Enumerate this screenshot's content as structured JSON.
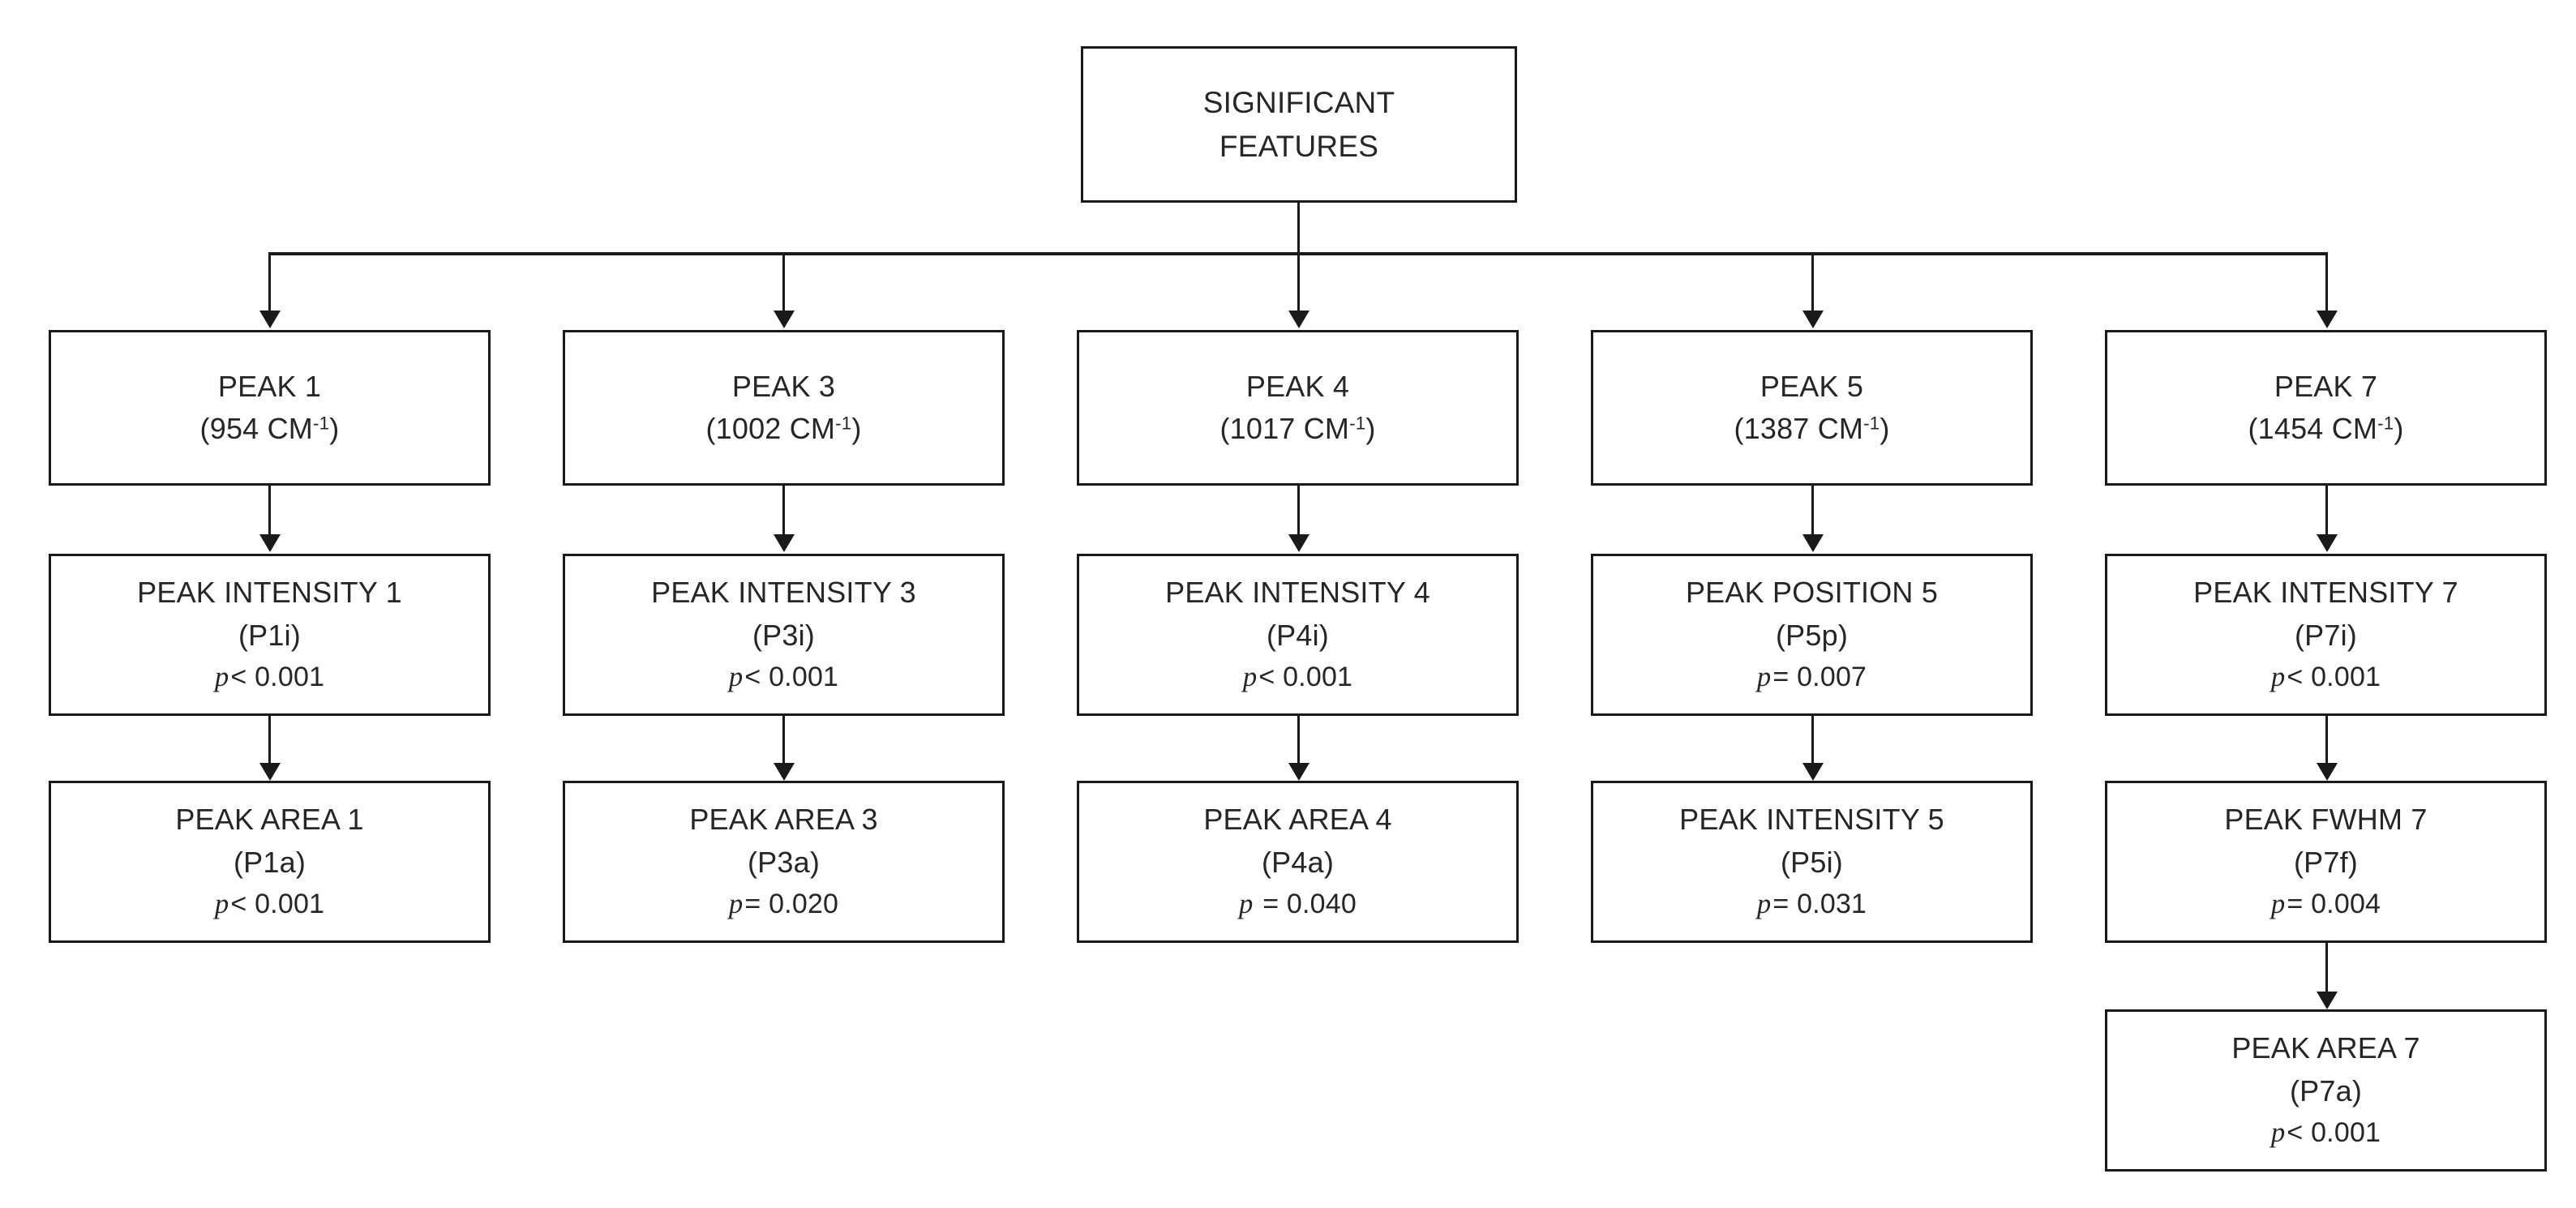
{
  "diagram": {
    "title_text": "SIGNIFICANT FEATURES",
    "root": {
      "line1": "SIGNIFICANT",
      "line2": "FEATURES"
    },
    "units_superscript": "-1",
    "columns": [
      {
        "peak": {
          "label": "PEAK 1",
          "wavenumber_prefix": "(954 CM",
          "wavenumber_suffix": ")",
          "wavenumber_value": "954",
          "units": "CM-1"
        },
        "children": [
          {
            "label": "PEAK INTENSITY 1",
            "code": "(P1i)",
            "p_operator": "<",
            "p_value": "0.001",
            "p_text": "< 0.001"
          },
          {
            "label": "PEAK AREA 1",
            "code": "(P1a)",
            "p_operator": "<",
            "p_value": "0.001",
            "p_text": "< 0.001"
          }
        ]
      },
      {
        "peak": {
          "label": "PEAK 3",
          "wavenumber_prefix": "(1002 CM",
          "wavenumber_suffix": ")",
          "wavenumber_value": "1002",
          "units": "CM-1"
        },
        "children": [
          {
            "label": "PEAK INTENSITY 3",
            "code": "(P3i)",
            "p_operator": "<",
            "p_value": "0.001",
            "p_text": "< 0.001"
          },
          {
            "label": "PEAK AREA 3",
            "code": "(P3a)",
            "p_operator": "=",
            "p_value": "0.020",
            "p_text": "= 0.020"
          }
        ]
      },
      {
        "peak": {
          "label": "PEAK 4",
          "wavenumber_prefix": "(1017 CM",
          "wavenumber_suffix": ")",
          "wavenumber_value": "1017",
          "units": "CM-1"
        },
        "children": [
          {
            "label": "PEAK INTENSITY 4",
            "code": "(P4i)",
            "p_operator": "<",
            "p_value": "0.001",
            "p_text": "< 0.001"
          },
          {
            "label": "PEAK AREA 4",
            "code": "(P4a)",
            "p_operator": "=",
            "p_value": "0.040",
            "p_text": " =  0.040"
          }
        ]
      },
      {
        "peak": {
          "label": "PEAK 5",
          "wavenumber_prefix": "(1387 CM",
          "wavenumber_suffix": ")",
          "wavenumber_value": "1387",
          "units": "CM-1"
        },
        "children": [
          {
            "label": "PEAK POSITION 5",
            "code": "(P5p)",
            "p_operator": "=",
            "p_value": "0.007",
            "p_text": "= 0.007"
          },
          {
            "label": "PEAK INTENSITY 5",
            "code": "(P5i)",
            "p_operator": "=",
            "p_value": "0.031",
            "p_text": "= 0.031"
          }
        ]
      },
      {
        "peak": {
          "label": "PEAK 7",
          "wavenumber_prefix": "(1454 CM",
          "wavenumber_suffix": ")",
          "wavenumber_value": "1454",
          "units": "CM-1"
        },
        "children": [
          {
            "label": "PEAK INTENSITY 7",
            "code": "(P7i)",
            "p_operator": "<",
            "p_value": "0.001",
            "p_text": "< 0.001"
          },
          {
            "label": "PEAK FWHM 7",
            "code": "(P7f)",
            "p_operator": "=",
            "p_value": "0.004",
            "p_text": "= 0.004"
          },
          {
            "label": "PEAK AREA 7",
            "code": "(P7a)",
            "p_operator": "<",
            "p_value": "0.001",
            "p_text": "< 0.001"
          }
        ]
      }
    ],
    "colors": {
      "stroke": "#1a1a1a",
      "text": "#262626",
      "background": "#ffffff"
    }
  }
}
